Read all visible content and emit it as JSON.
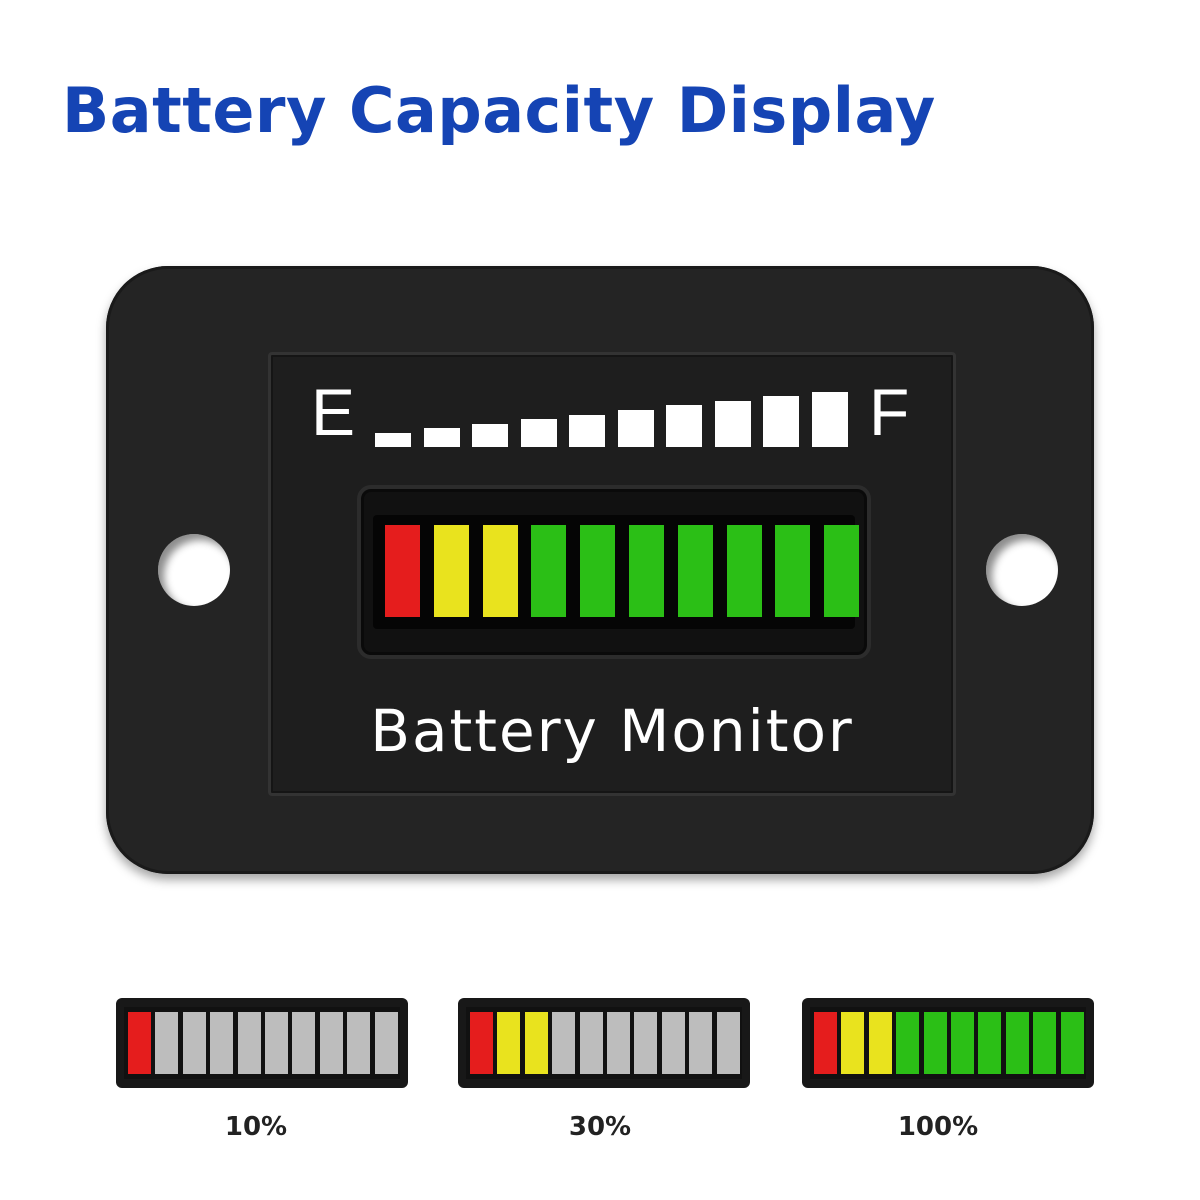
{
  "header": {
    "title": "Battery Capacity Display"
  },
  "device": {
    "label": "Battery Monitor",
    "scale_empty": "E",
    "scale_full": "F",
    "segment_count": 10,
    "charge_percent": 100
  },
  "colors": {
    "title": "#1544b4",
    "red": "#e51d1d",
    "yellow": "#e9e31e",
    "green": "#2bbf16",
    "off": "#bdbdbd",
    "body": "#242424"
  },
  "levels": [
    {
      "caption": "10%",
      "value": 10
    },
    {
      "caption": "30%",
      "value": 30
    },
    {
      "caption": "100%",
      "value": 100
    }
  ]
}
